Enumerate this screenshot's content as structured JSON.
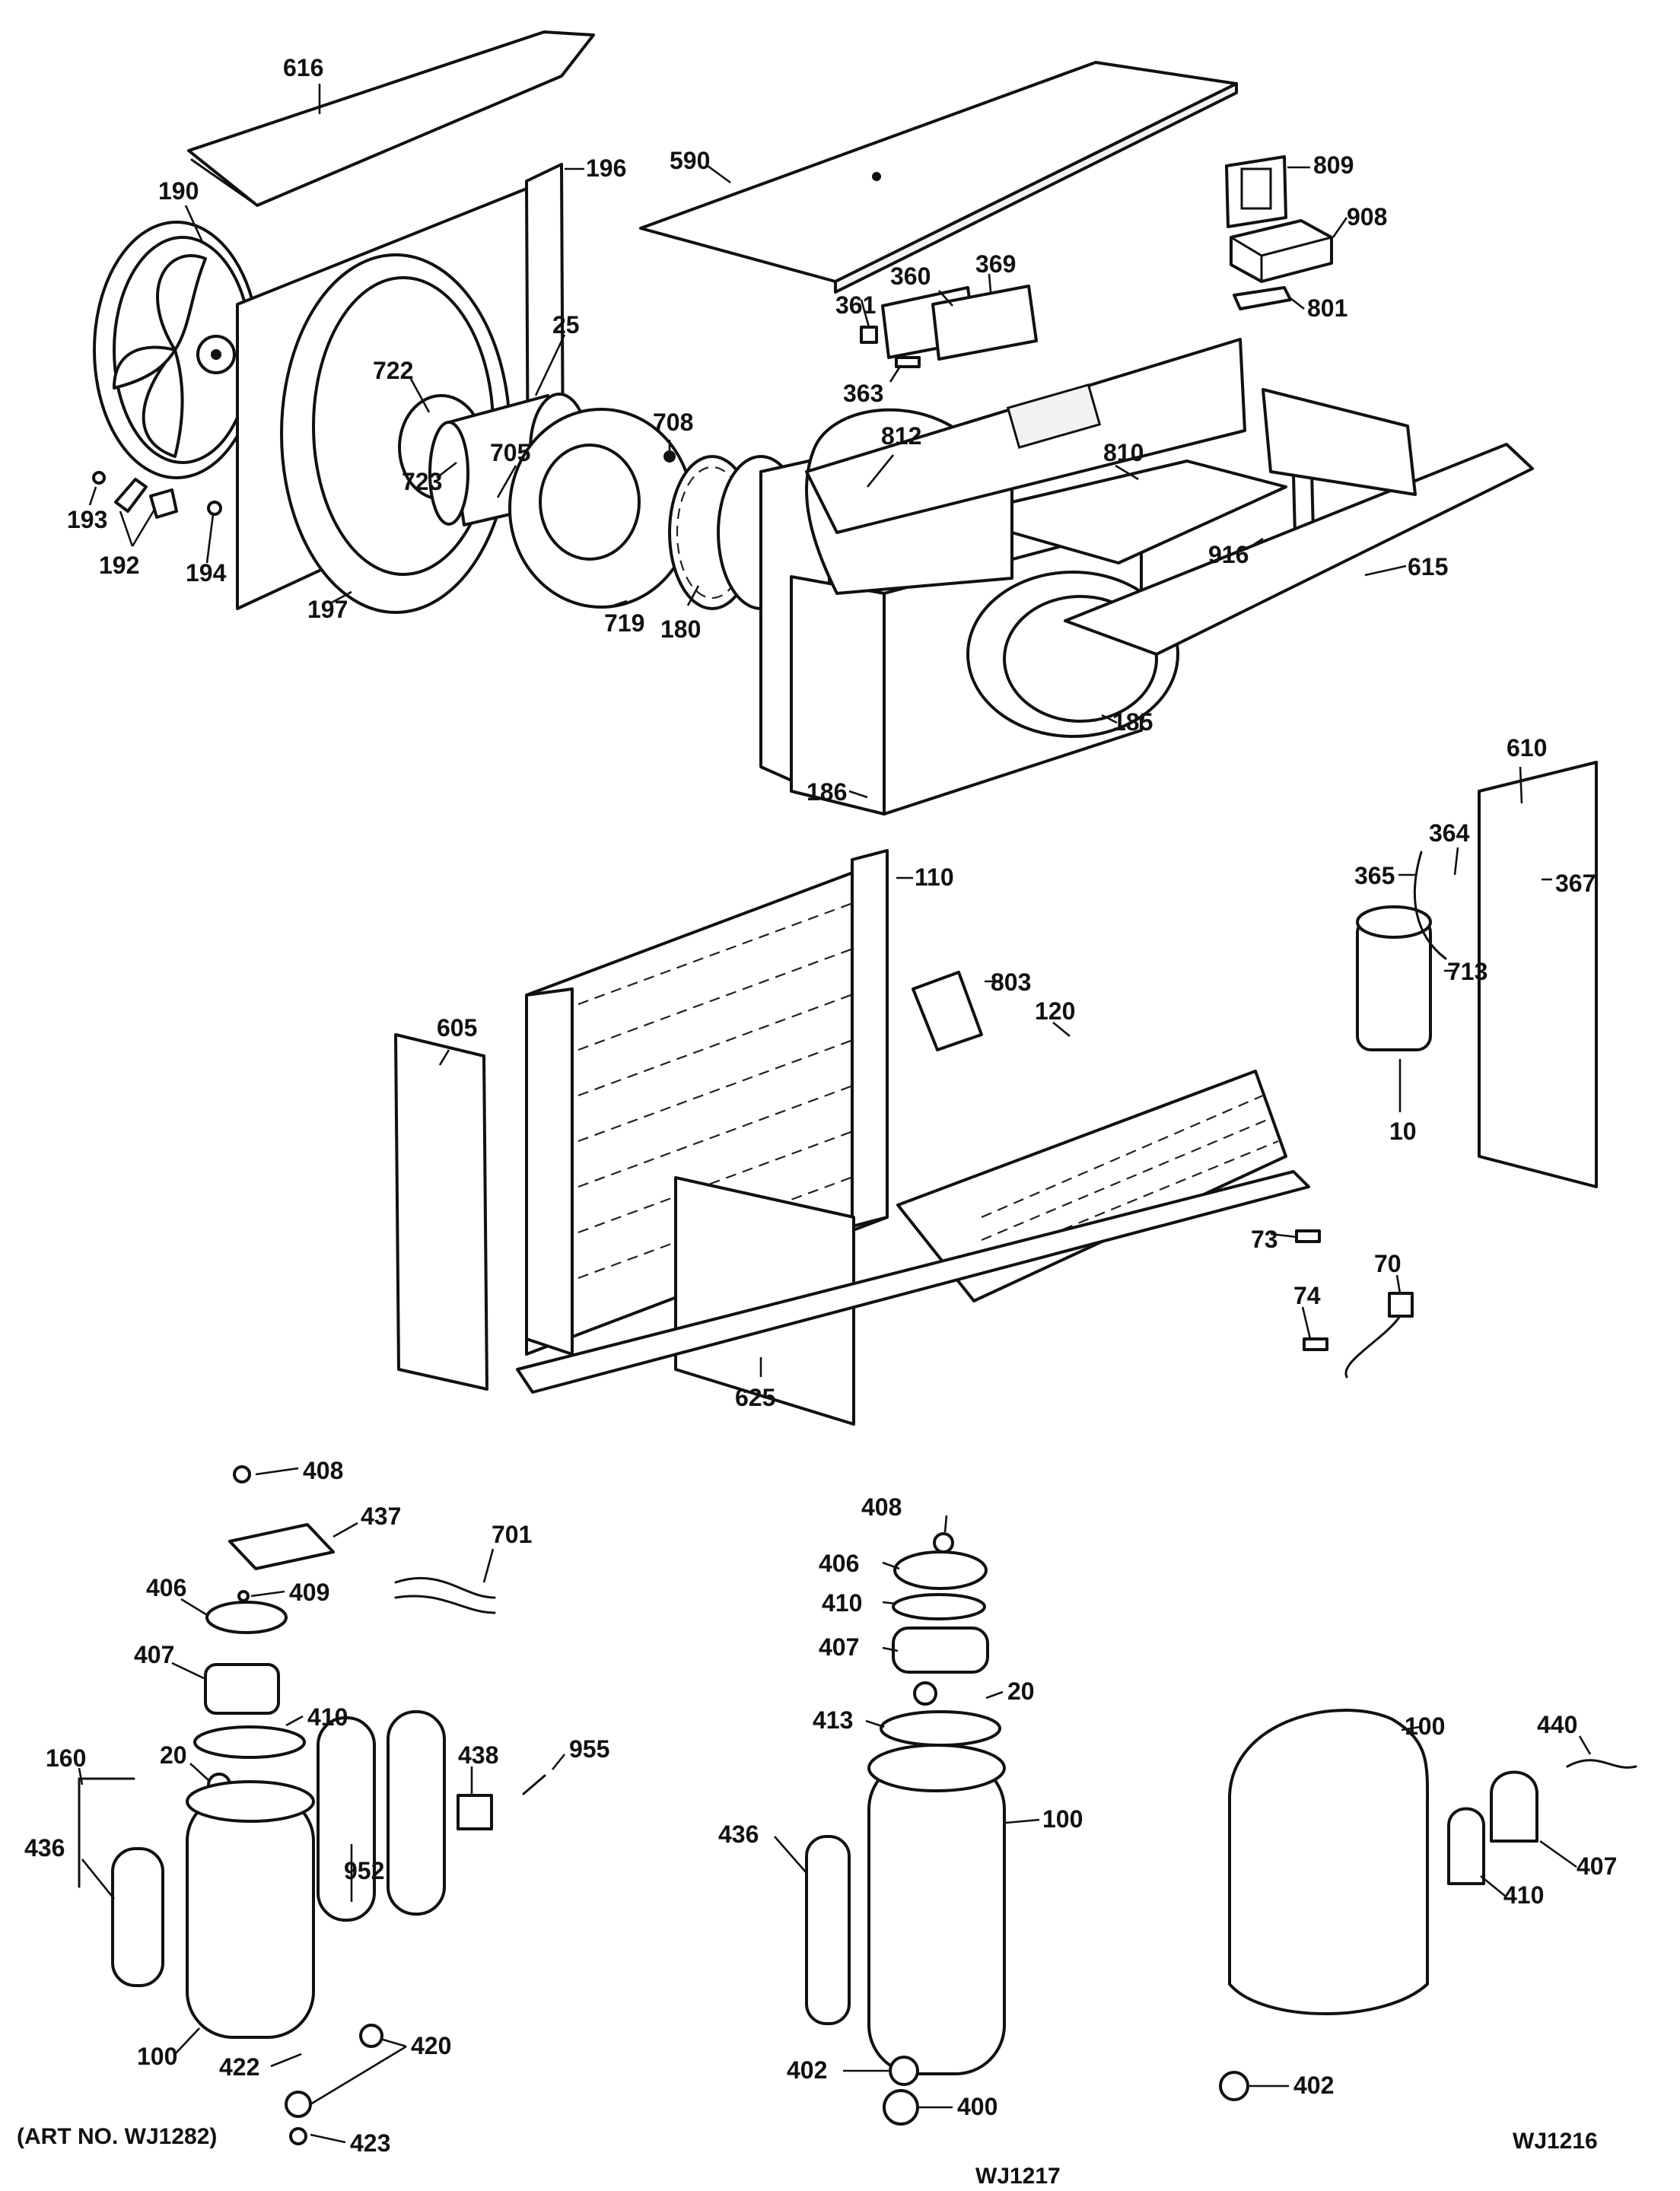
{
  "figure": {
    "art_number": "(ART NO. WJ1282)",
    "variant_a": "WJ1217",
    "variant_b": "WJ1216"
  },
  "callouts": {
    "c616": "616",
    "c590": "590",
    "c809": "809",
    "c908": "908",
    "c801": "801",
    "c190": "190",
    "c196": "196",
    "c25": "25",
    "c722": "722",
    "c723": "723",
    "c705": "705",
    "c708": "708",
    "c719": "719",
    "c193": "193",
    "c192": "192",
    "c194": "194",
    "c197": "197",
    "c180": "180",
    "c812": "812",
    "c810": "810",
    "c916": "916",
    "c615": "615",
    "c185": "185",
    "c186": "186",
    "c360": "360",
    "c361": "361",
    "c369": "369",
    "c363": "363",
    "c110": "110",
    "c605": "605",
    "c803": "803",
    "c120": "120",
    "c625": "625",
    "c610": "610",
    "c364": "364",
    "c365": "365",
    "c367": "367",
    "c713": "713",
    "c10": "10",
    "c73": "73",
    "c70": "70",
    "c74": "74",
    "c408a": "408",
    "c437": "437",
    "c701": "701",
    "c409": "409",
    "c406a": "406",
    "c407a": "407",
    "c410a": "410",
    "c160": "160",
    "c20a": "20",
    "c438": "438",
    "c955": "955",
    "c436a": "436",
    "c952": "952",
    "c100a": "100",
    "c422": "422",
    "c420": "420",
    "c423": "423",
    "c408b": "408",
    "c406b": "406",
    "c410b": "410",
    "c407b": "407",
    "c413": "413",
    "c20b": "20",
    "c436b": "436",
    "c100b": "100",
    "c402a": "402",
    "c400": "400",
    "c100c": "100",
    "c440": "440",
    "c410c": "410",
    "c407c": "407",
    "c402b": "402"
  }
}
